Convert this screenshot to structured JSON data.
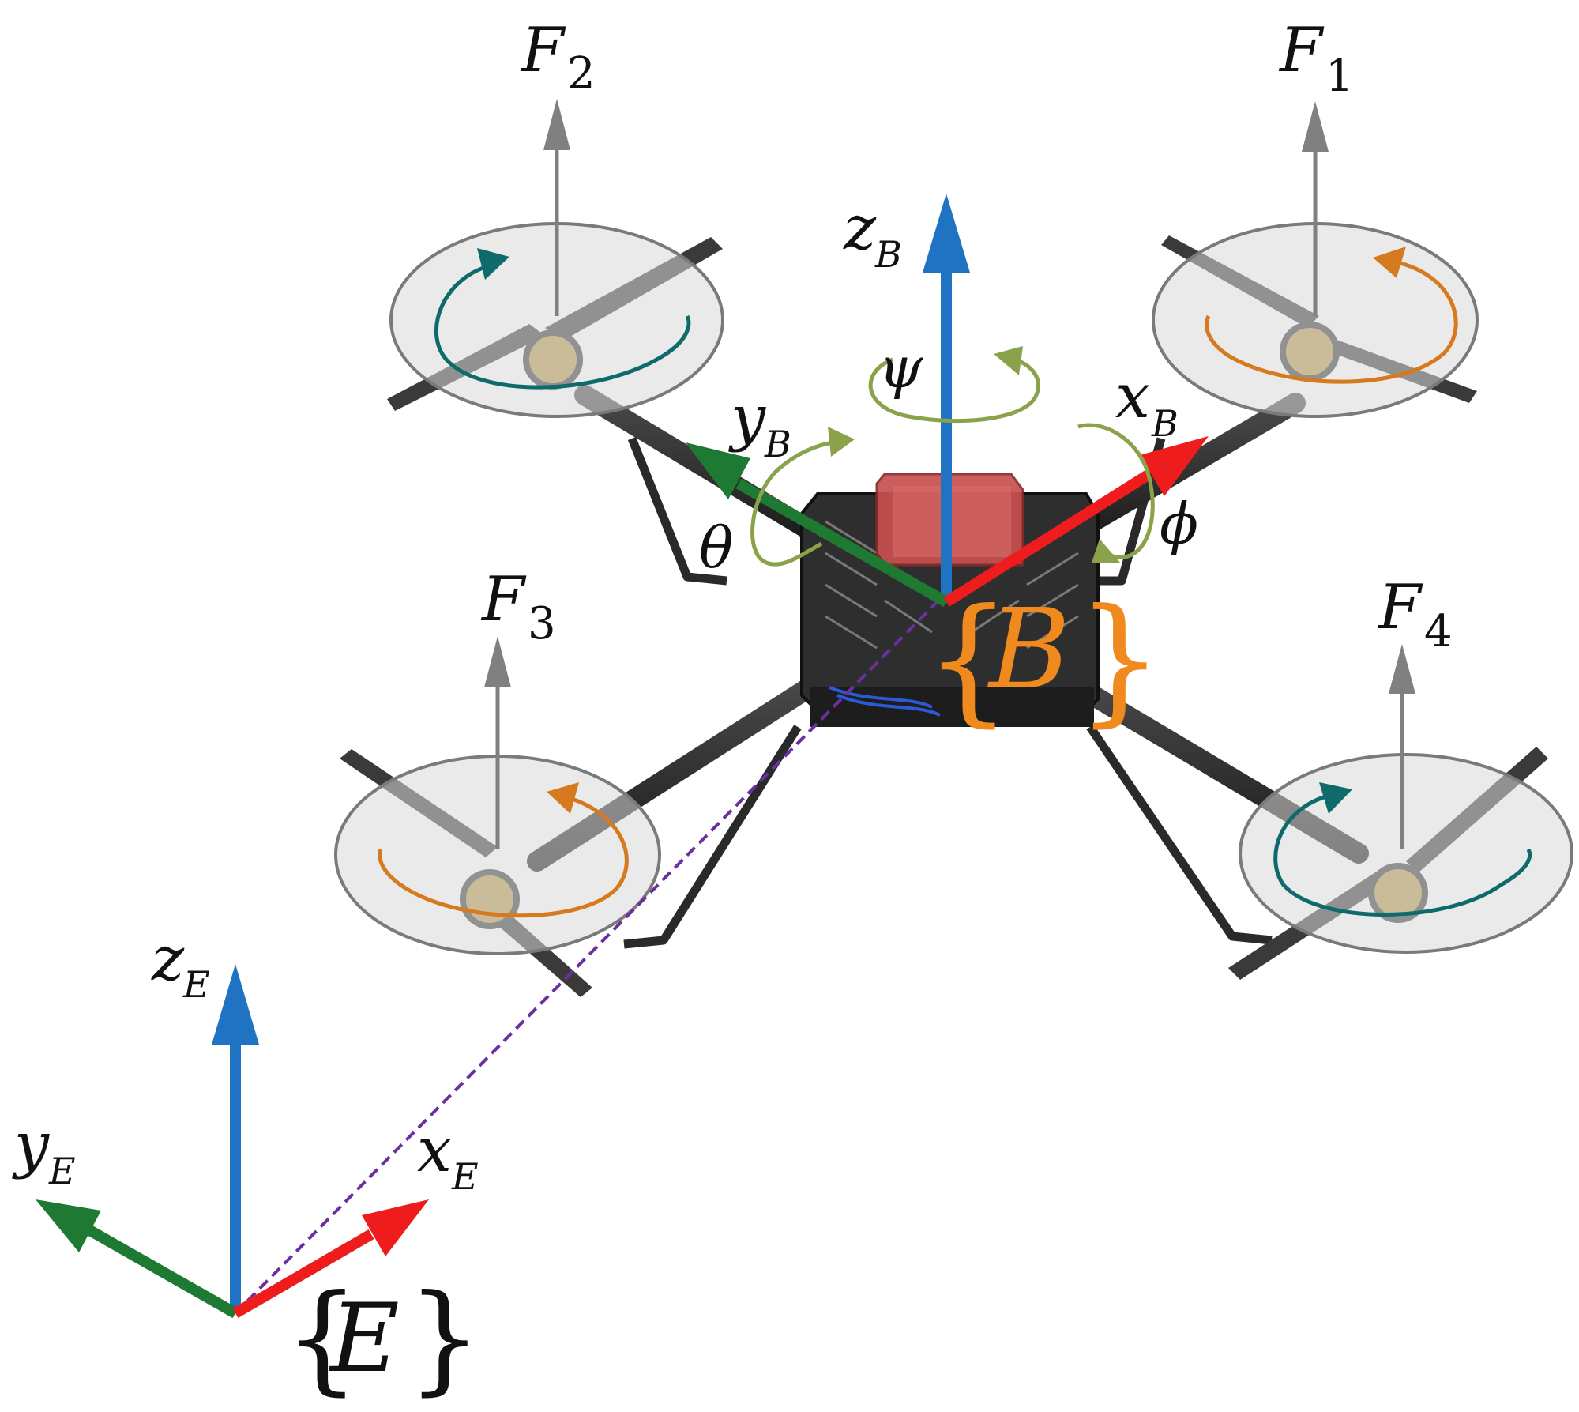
{
  "colors": {
    "x_axis": "#ee1c1c",
    "y_axis": "#1e7a32",
    "z_axis": "#1f73c2",
    "thrust": "#808080",
    "cw_rotation": "#0f6b6b",
    "ccw_rotation": "#d67a1f",
    "angle_arc": "#8aa24a",
    "frame_B": "#f18a1e",
    "position_link": "#6b2fa0",
    "rotor_disc_fill": "#d9d9d9",
    "rotor_disc_stroke": "#7a7a7a",
    "arm": "#2b2b2b"
  },
  "body_frame": {
    "z": {
      "main": "z",
      "sub": "B"
    },
    "y": {
      "main": "y",
      "sub": "B"
    },
    "x": {
      "main": "x",
      "sub": "B"
    },
    "frame_label": "B"
  },
  "earth_frame": {
    "z": {
      "main": "z",
      "sub": "E"
    },
    "y": {
      "main": "y",
      "sub": "E"
    },
    "x": {
      "main": "x",
      "sub": "E"
    },
    "frame_label": "E"
  },
  "angles": {
    "yaw": "ψ",
    "pitch": "θ",
    "roll": "ϕ"
  },
  "rotors": [
    {
      "force": {
        "main": "F",
        "sub": "1"
      },
      "rotation": "ccw",
      "icon": "rotor-disc"
    },
    {
      "force": {
        "main": "F",
        "sub": "2"
      },
      "rotation": "cw",
      "icon": "rotor-disc"
    },
    {
      "force": {
        "main": "F",
        "sub": "3"
      },
      "rotation": "ccw",
      "icon": "rotor-disc"
    },
    {
      "force": {
        "main": "F",
        "sub": "4"
      },
      "rotation": "cw",
      "icon": "rotor-disc"
    }
  ],
  "braces": {
    "open": "{",
    "close": "}"
  }
}
